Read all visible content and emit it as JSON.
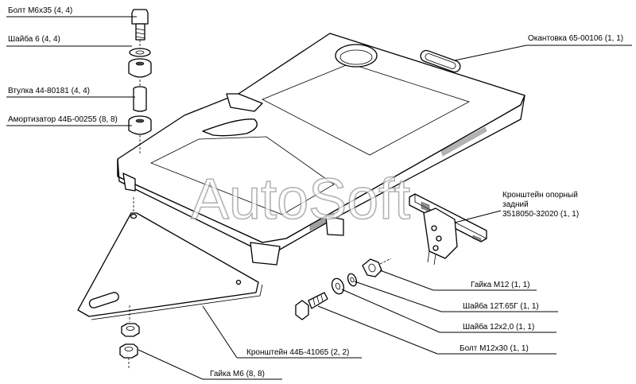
{
  "watermark": "AutoSoft",
  "labels": {
    "bolt_m6x35": "Болт М6х35 (4, 4)",
    "washer_6": "Шайба 6 (4, 4)",
    "bushing": "Втулка 44-80181 (4, 4)",
    "shock_absorber": "Амортизатор 44Б-00255 (8, 8)",
    "edging": "Окантовка 65-00106 (1, 1)",
    "rear_bracket_line1": "Кронштейн опорный",
    "rear_bracket_line2": "задний",
    "rear_bracket_line3": "3518050-32020 (1, 1)",
    "nut_m12": "Гайка М12 (1, 1)",
    "washer_12t": "Шайба 12Т.65Г (1, 1)",
    "washer_12x2": "Шайба 12х2,0 (1, 1)",
    "bolt_m12x30": "Болт М12х30 (1, 1)",
    "bracket_44b": "Кронштейн 44Б-41065 (2, 2)",
    "nut_m6": "Гайка М6 (8, 8)"
  },
  "colors": {
    "line": "#000000",
    "watermark_outline": "#9a9a9a"
  }
}
